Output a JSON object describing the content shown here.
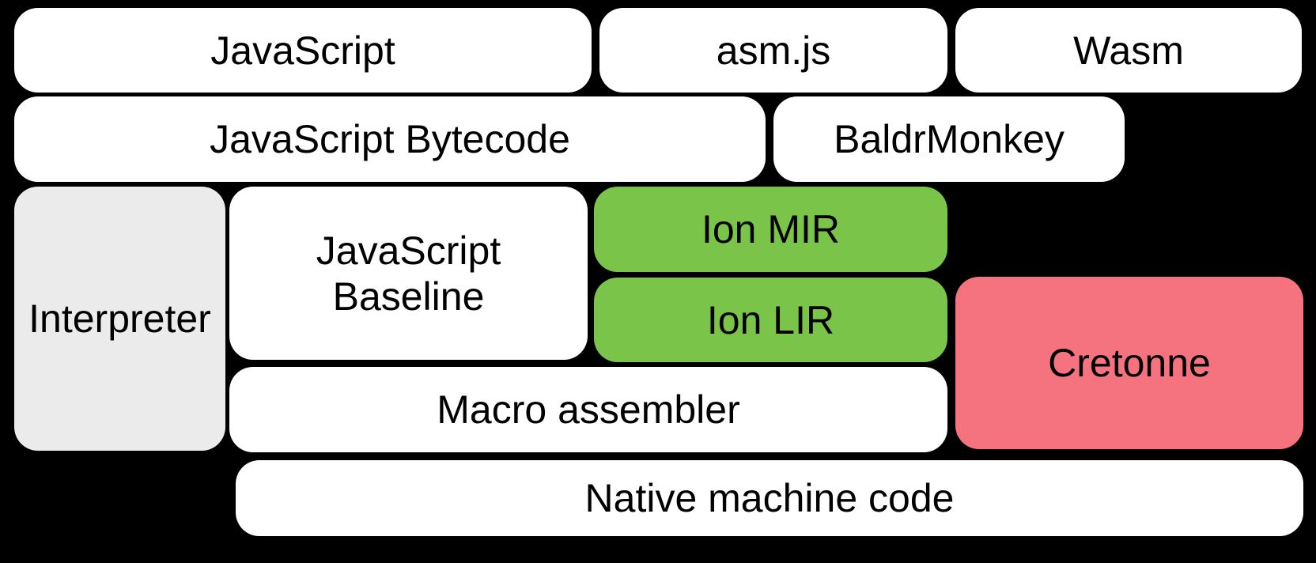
{
  "canvas": {
    "background": "#000000"
  },
  "colors": {
    "box_white": "#ffffff",
    "box_gray": "#ebebeb",
    "box_green": "#7ac449",
    "box_pink": "#f4737f",
    "label_text": "#000000"
  },
  "boxes": {
    "javascript": {
      "label": "JavaScript",
      "color": "#ffffff"
    },
    "asmjs": {
      "label": "asm.js",
      "color": "#ffffff"
    },
    "wasm": {
      "label": "Wasm",
      "color": "#ffffff"
    },
    "bytecode": {
      "label": "JavaScript Bytecode",
      "color": "#ffffff"
    },
    "baldrmonkey": {
      "label": "BaldrMonkey",
      "color": "#ffffff"
    },
    "interpreter": {
      "label": "Interpreter",
      "color": "#ebebeb"
    },
    "baseline": {
      "label_line1": "JavaScript",
      "label_line2": "Baseline",
      "color": "#ffffff"
    },
    "ion_mir": {
      "label": "Ion MIR",
      "color": "#7ac449"
    },
    "ion_lir": {
      "label": "Ion LIR",
      "color": "#7ac449"
    },
    "cretonne": {
      "label": "Cretonne",
      "color": "#f4737f"
    },
    "macro_assembler": {
      "label": "Macro assembler",
      "color": "#ffffff"
    },
    "native_machine_code": {
      "label": "Native machine code",
      "color": "#ffffff"
    }
  }
}
